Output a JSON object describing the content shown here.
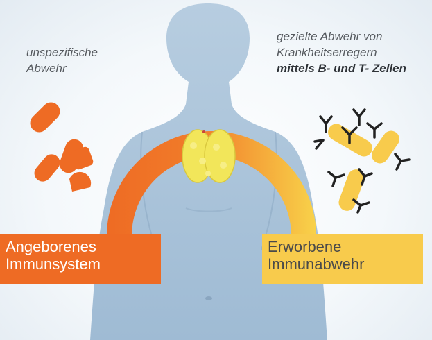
{
  "captions": {
    "left": [
      "unspezifische",
      "Abwehr"
    ],
    "right": [
      "gezielte Abwehr von",
      "Krankheitserregern",
      "mittels B- und T- Zellen"
    ]
  },
  "boxes": {
    "innate": [
      "Angeborenes",
      "Immunsystem"
    ],
    "adaptive": [
      "Erworbene",
      "Immunabwehr"
    ]
  },
  "colors": {
    "innate": "#ee6b24",
    "adaptive": "#f8cb4c",
    "thymus": "#f2e65a",
    "body": "#a9c4dc"
  },
  "icons": [
    "human-body-illustration",
    "thymus-icon",
    "bacteria-icon",
    "antibody-icon"
  ]
}
